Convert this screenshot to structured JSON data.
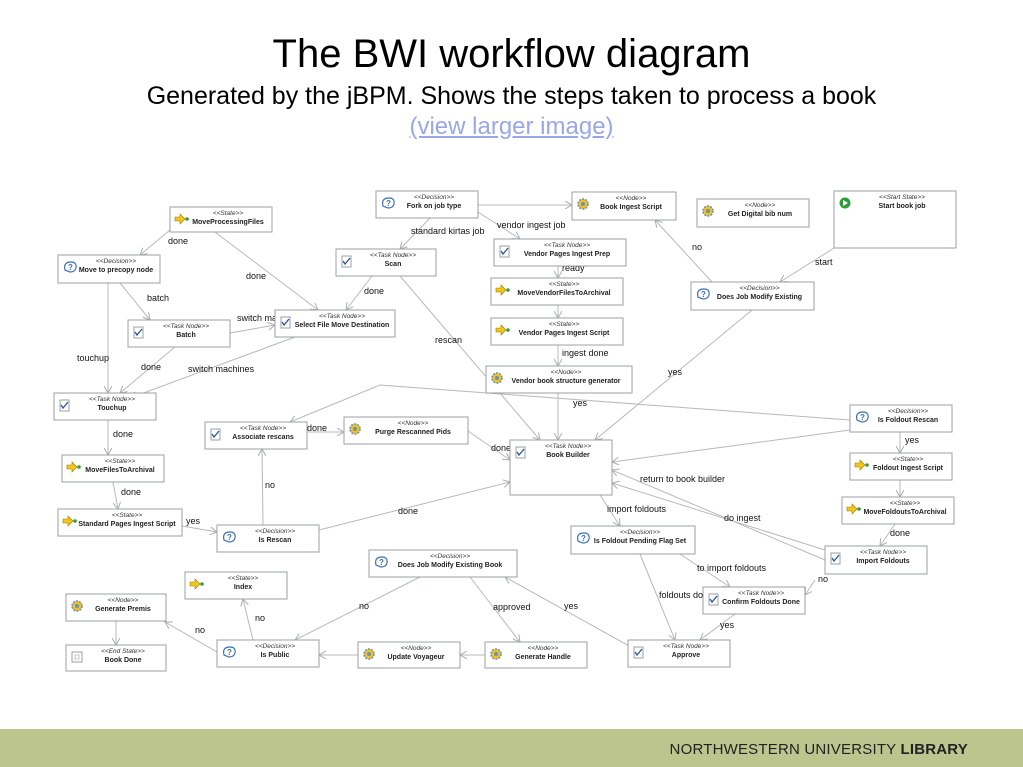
{
  "slide": {
    "title": "The BWI workflow diagram",
    "subtitle": "Generated by the jBPM. Shows the steps taken to process a book",
    "link_text": "(view larger image)",
    "footer_regular": "NORTHWESTERN UNIVERSITY ",
    "footer_bold": "LIBRARY"
  },
  "colors": {
    "footer_band": "#bcc58e",
    "link": "#9aa6e8",
    "node_border": "#9aa0a6",
    "edge": "#b6b9bc"
  },
  "diagram": {
    "nodes": [
      {
        "id": "fork",
        "stereotype": "<<Decision>>",
        "name": "Fork on job type",
        "icon": "decision-icon"
      },
      {
        "id": "bookingest",
        "stereotype": "<<Node>>",
        "name": "Book Ingest Script",
        "icon": "gear-icon"
      },
      {
        "id": "digitalbib",
        "stereotype": "<<Node>>",
        "name": "Get Digital bib num",
        "icon": "gear-icon"
      },
      {
        "id": "start",
        "stereotype": "<<Start State>>",
        "name": "Start book job",
        "icon": "start-icon"
      },
      {
        "id": "moveproc",
        "stereotype": "<<State>>",
        "name": "MoveProcessingFiles",
        "icon": "state-arrow-icon"
      },
      {
        "id": "precopy",
        "stereotype": "<<Decision>>",
        "name": "Move to precopy node",
        "icon": "decision-icon"
      },
      {
        "id": "scan",
        "stereotype": "<<Task Node>>",
        "name": "Scan",
        "icon": "task-icon"
      },
      {
        "id": "vpprep",
        "stereotype": "<<Task Node>>",
        "name": "Vendor Pages Ingest Prep",
        "icon": "task-icon"
      },
      {
        "id": "movevendor",
        "stereotype": "<<State>>",
        "name": "MoveVendorFilesToArchival",
        "icon": "state-arrow-icon"
      },
      {
        "id": "vpscript",
        "stereotype": "<<State>>",
        "name": "Vendor Pages Ingest Script",
        "icon": "state-arrow-icon"
      },
      {
        "id": "vbsg",
        "stereotype": "<<Node>>",
        "name": "Vendor book structure generator",
        "icon": "gear-icon"
      },
      {
        "id": "djme1",
        "stereotype": "<<Decision>>",
        "name": "Does Job Modify Existing",
        "icon": "decision-icon"
      },
      {
        "id": "batch",
        "stereotype": "<<Task Node>>",
        "name": "Batch",
        "icon": "task-icon"
      },
      {
        "id": "selectfile",
        "stereotype": "<<Task Node>>",
        "name": "Select File Move Destination",
        "icon": "task-icon"
      },
      {
        "id": "touchup",
        "stereotype": "<<Task Node>>",
        "name": "Touchup",
        "icon": "task-icon"
      },
      {
        "id": "assocrescans",
        "stereotype": "<<Task Node>>",
        "name": "Associate rescans",
        "icon": "task-icon"
      },
      {
        "id": "purge",
        "stereotype": "<<Node>>",
        "name": "Purge Rescanned Pids",
        "icon": "gear-icon"
      },
      {
        "id": "bookbuilder",
        "stereotype": "<<Task Node>>",
        "name": "Book Builder",
        "icon": "task-icon"
      },
      {
        "id": "isfoldrescan",
        "stereotype": "<<Decision>>",
        "name": "Is Foldout Rescan",
        "icon": "decision-icon"
      },
      {
        "id": "foldingest",
        "stereotype": "<<State>>",
        "name": "Foldout Ingest Script",
        "icon": "state-arrow-icon"
      },
      {
        "id": "movefiles",
        "stereotype": "<<State>>",
        "name": "MoveFilesToArchival",
        "icon": "state-arrow-icon"
      },
      {
        "id": "stdpages",
        "stereotype": "<<State>>",
        "name": "Standard Pages Ingest Script",
        "icon": "state-arrow-icon"
      },
      {
        "id": "isrescan",
        "stereotype": "<<Decision>>",
        "name": "Is Rescan",
        "icon": "decision-icon"
      },
      {
        "id": "movefold",
        "stereotype": "<<State>>",
        "name": "MoveFoldoutsToArchival",
        "icon": "state-arrow-icon"
      },
      {
        "id": "foldflag",
        "stereotype": "<<Decision>>",
        "name": "Is Foldout Pending Flag Set",
        "icon": "decision-icon"
      },
      {
        "id": "importfold",
        "stereotype": "<<Task Node>>",
        "name": "Import Foldouts",
        "icon": "task-icon"
      },
      {
        "id": "djmeb",
        "stereotype": "<<Decision>>",
        "name": "Does Job Modify Existing Book",
        "icon": "decision-icon"
      },
      {
        "id": "index",
        "stereotype": "<<State>>",
        "name": "Index",
        "icon": "state-arrow-icon"
      },
      {
        "id": "confirmfold",
        "stereotype": "<<Task Node>>",
        "name": "Confirm Foldouts Done",
        "icon": "task-icon"
      },
      {
        "id": "premis",
        "stereotype": "<<Node>>",
        "name": "Generate Premis",
        "icon": "gear-icon"
      },
      {
        "id": "bookdone",
        "stereotype": "<<End State>>",
        "name": "Book Done",
        "icon": "end-icon"
      },
      {
        "id": "ispublic",
        "stereotype": "<<Decision>>",
        "name": "Is Public",
        "icon": "decision-icon"
      },
      {
        "id": "voyageur",
        "stereotype": "<<Node>>",
        "name": "Update Voyageur",
        "icon": "gear-icon"
      },
      {
        "id": "handle",
        "stereotype": "<<Node>>",
        "name": "Generate Handle",
        "icon": "gear-icon"
      },
      {
        "id": "approve",
        "stereotype": "<<Task Node>>",
        "name": "Approve",
        "icon": "task-icon"
      }
    ],
    "edge_labels": [
      "done",
      "done",
      "batch",
      "switch machines",
      "touchup",
      "done",
      "switch machines",
      "done",
      "done",
      "vendor ingest job",
      "standard kirtas job",
      "ready",
      "ingest done",
      "yes",
      "no",
      "start",
      "rescan",
      "yes",
      "done",
      "done",
      "done",
      "yes",
      "no",
      "done",
      "import foldouts",
      "return to book builder",
      "do ingest",
      "done",
      "yes",
      "to import foldouts",
      "no",
      "foldouts done",
      "yes",
      "no",
      "approved",
      "yes",
      "no",
      "no"
    ]
  }
}
